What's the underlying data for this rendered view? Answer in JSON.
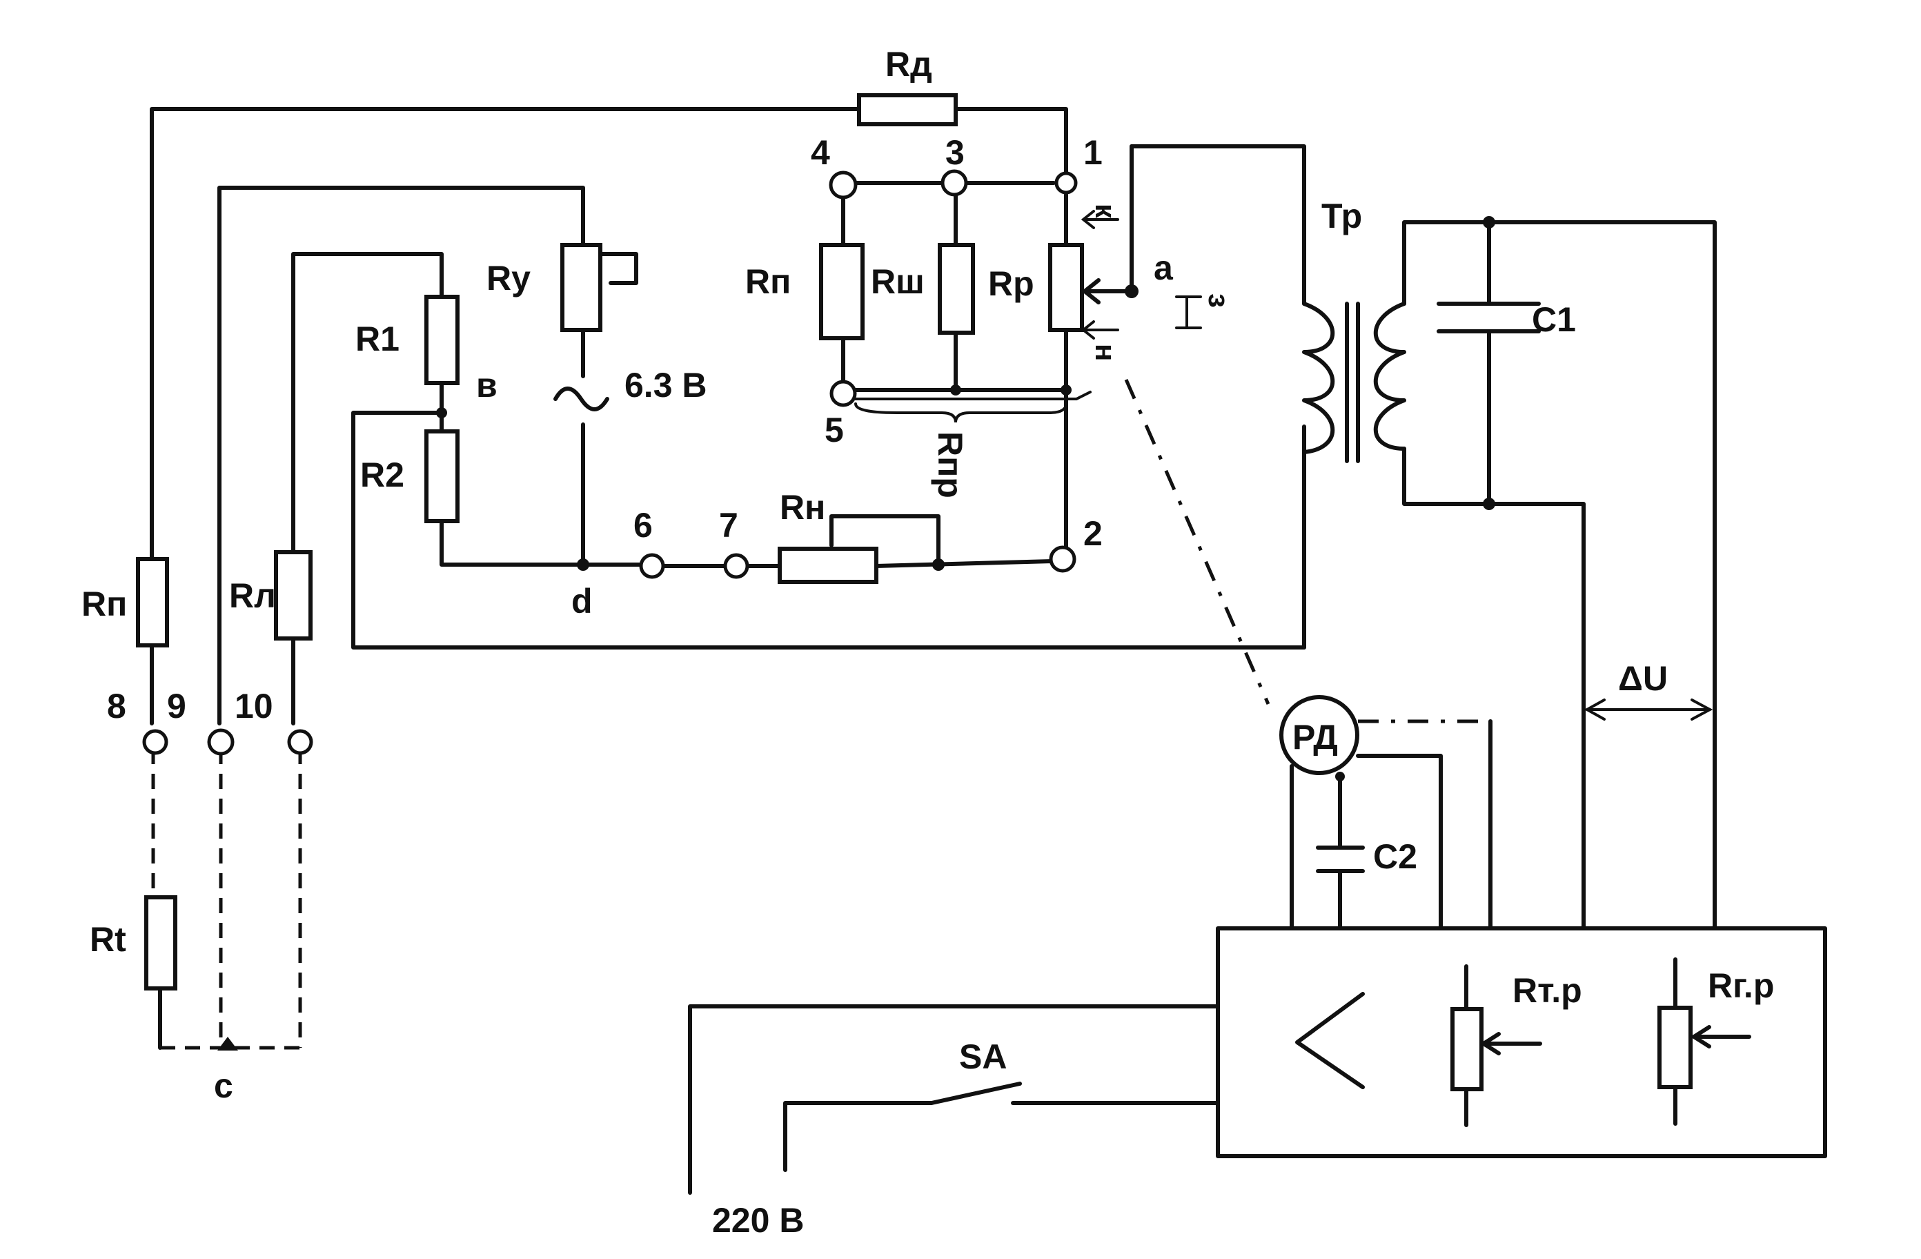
{
  "labels": {
    "rd": "Rд",
    "ry": "Rу",
    "r1": "R1",
    "r2": "R2",
    "node_v": "в",
    "node_d": "d",
    "node_a": "a",
    "node_c": "с",
    "rp_bridge": "Rп",
    "rsh": "Rш",
    "rr": "Rр",
    "rpr": "Rпр",
    "rn": "Rн",
    "rp_left": "Rп",
    "rl": "Rл",
    "rt": "Rt",
    "tr": "Тр",
    "c1": "C1",
    "c2": "C2",
    "rd_motor": "РД",
    "du": "ΔU",
    "rtr": "Rт.р",
    "rgr": "Rг.р",
    "sa": "SA",
    "mains": "220 В",
    "supply": "6.3 В",
    "tilde": "~",
    "pin_k": "к",
    "pin_z": "з",
    "pin_n": "н"
  },
  "terminals": {
    "t1": "1",
    "t2": "2",
    "t3": "3",
    "t4": "4",
    "t5": "5",
    "t6": "6",
    "t7": "7",
    "t8": "8",
    "t9": "9",
    "t10": "10"
  }
}
